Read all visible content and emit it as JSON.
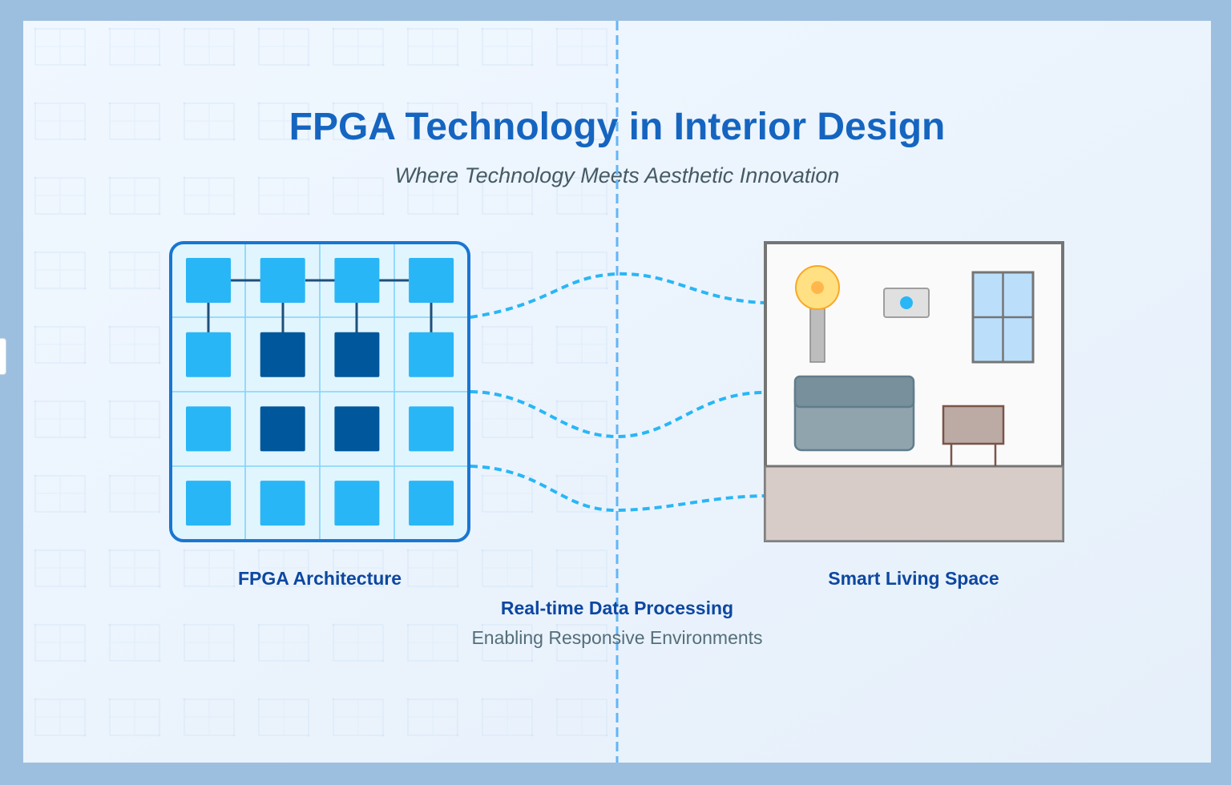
{
  "title": "FPGA Technology in Interior Design",
  "subtitle": "Where Technology Meets Aesthetic Innovation",
  "left_label": "FPGA Architecture",
  "right_label": "Smart Living Space",
  "center_heading": "Real-time Data Processing",
  "center_caption": "Enabling Responsive Environments",
  "colors": {
    "page_border": "#9dbfdf",
    "canvas_bg": "#eaf4fd",
    "title": "#1565c0",
    "subtitle": "#455a64",
    "label": "#0d47a1",
    "caption": "#546e7a",
    "cell_light": "#29b6f6",
    "cell_dark": "#01579b",
    "chip_border": "#1976d2",
    "connector": "#29b6f6",
    "room_wall": "#757575",
    "room_floor": "#d7ccc8",
    "sofa": "#78909c",
    "table": "#bcaaa4",
    "window": "#bbdefb",
    "lamp": "#ffe082"
  },
  "icons": [
    "fpga-chip-icon",
    "lamp-icon",
    "thermostat-icon",
    "window-icon",
    "sofa-icon",
    "side-table-icon"
  ]
}
